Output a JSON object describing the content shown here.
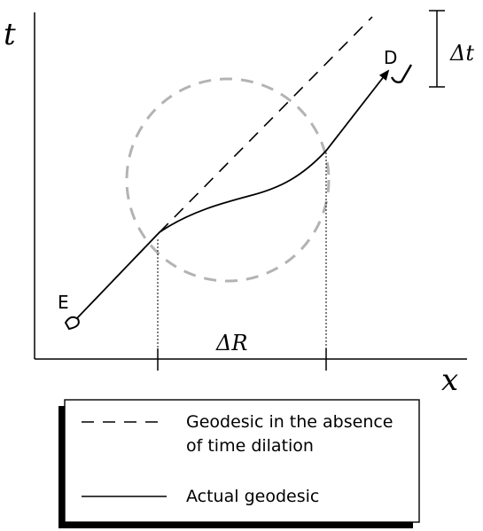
{
  "axes": {
    "x_label": "x",
    "y_label": "t"
  },
  "labels": {
    "emitter": "E",
    "detector": "D",
    "delta_R": "ΔR",
    "delta_t": "Δt"
  },
  "legend": {
    "items": [
      {
        "style": "dashed",
        "lines": [
          "Geodesic in the absence",
          "of time dilation"
        ]
      },
      {
        "style": "solid",
        "lines": [
          "Actual geodesic"
        ]
      }
    ]
  },
  "colors": {
    "ink": "#000000",
    "circle": "#b3b3b3"
  }
}
